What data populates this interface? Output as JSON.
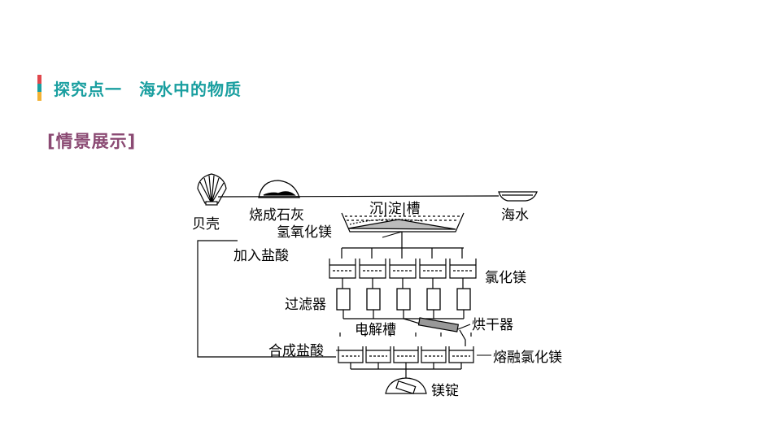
{
  "header": {
    "title": "探究点一　海水中的物质",
    "accent_colors": [
      "#e0474c",
      "#1a9fa0",
      "#f2b134"
    ],
    "title_color": "#1a9fa0"
  },
  "section": {
    "label": "[情景展示]",
    "color": "#8b4a73"
  },
  "diagram": {
    "labels": {
      "shell": "贝壳",
      "burn_lime": "烧成石灰",
      "sedimentation": "沉|淀|槽",
      "seawater": "海水",
      "mg_hydroxide": "氢氧化镁",
      "add_hcl": "加入盐酸",
      "mg_chloride": "氯化镁",
      "filter": "过滤器",
      "dryer": "烘干器",
      "electrolytic_cell": "电解槽",
      "synth_hcl": "合成盐酸",
      "molten_mgcl2": "熔融氯化镁",
      "mg_ingot": "镁锭"
    }
  }
}
